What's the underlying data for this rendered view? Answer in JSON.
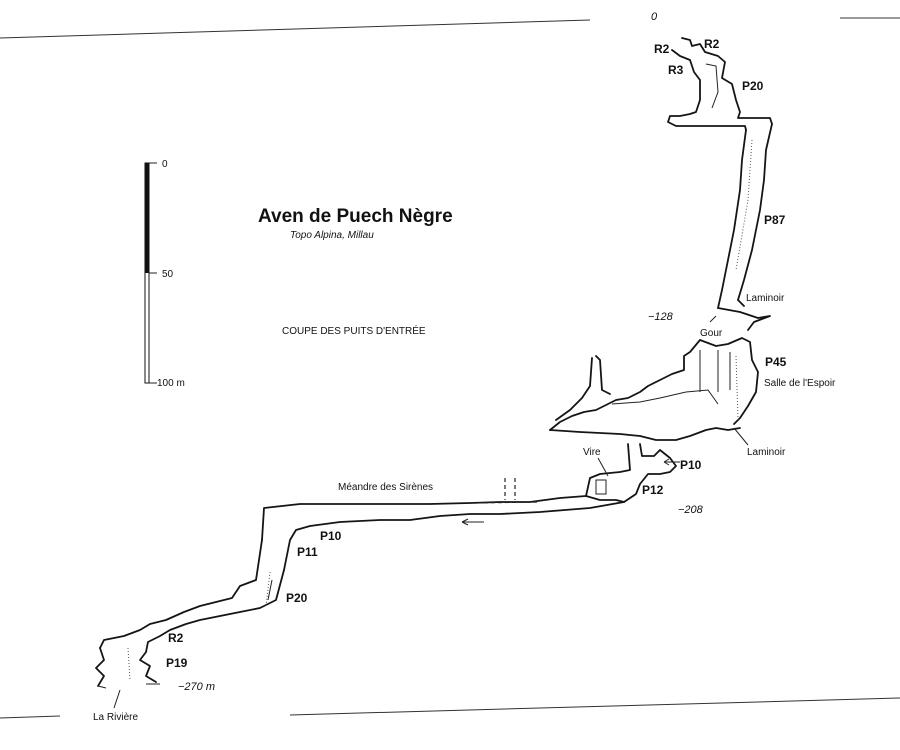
{
  "title": "Aven de Puech Nègre",
  "subtitle": "Topo Alpina, Millau",
  "section_label": "COUPE DES PUITS D'ENTRÉE",
  "scale": {
    "top": "0",
    "mid": "50",
    "bottom": "100 m"
  },
  "pitches": {
    "r2_left": "R2",
    "r2_right": "R2",
    "r3": "R3",
    "p20_top": "P20",
    "p87": "P87",
    "p45": "P45",
    "p10_mid": "P10",
    "p12": "P12",
    "p10_low": "P10",
    "p11": "P11",
    "p20_low": "P20",
    "r2_low": "R2",
    "p19": "P19"
  },
  "depths": {
    "zero": "0",
    "d128": "−128",
    "d208": "−208",
    "d270": "−270 m"
  },
  "places": {
    "laminoir_upper": "Laminoir",
    "gour": "Gour",
    "salle_espoir": "Salle de l'Espoir",
    "laminoir_lower": "Laminoir",
    "vire": "Vire",
    "meandre": "Méandre des Sirènes",
    "riviere": "La Rivière"
  },
  "colors": {
    "ink": "#151515",
    "paper": "#ffffff"
  }
}
